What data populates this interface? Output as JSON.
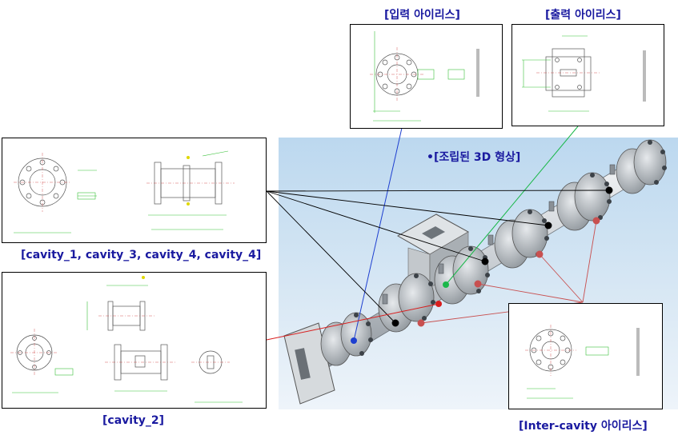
{
  "captions": {
    "input_iris": "[입력 아이리스]",
    "output_iris": "[출력 아이리스]",
    "assembled_3d": "•[조립된 3D 형상]",
    "cavity_1_4": "[cavity_1, cavity_3, cavity_4, cavity_4]",
    "cavity_2": "[cavity_2]",
    "inter_cavity_iris": "[Inter-cavity 아이리스]"
  },
  "colors": {
    "caption": "#1a1aa0",
    "input_line": "#1e3fd0",
    "output_line": "#1bb84a",
    "cavity_line": "#000000",
    "cavity2_line": "#d81e1e",
    "inter_line": "#c85050",
    "render_sky": "#bcd8ef",
    "dimension": "#39c239"
  }
}
